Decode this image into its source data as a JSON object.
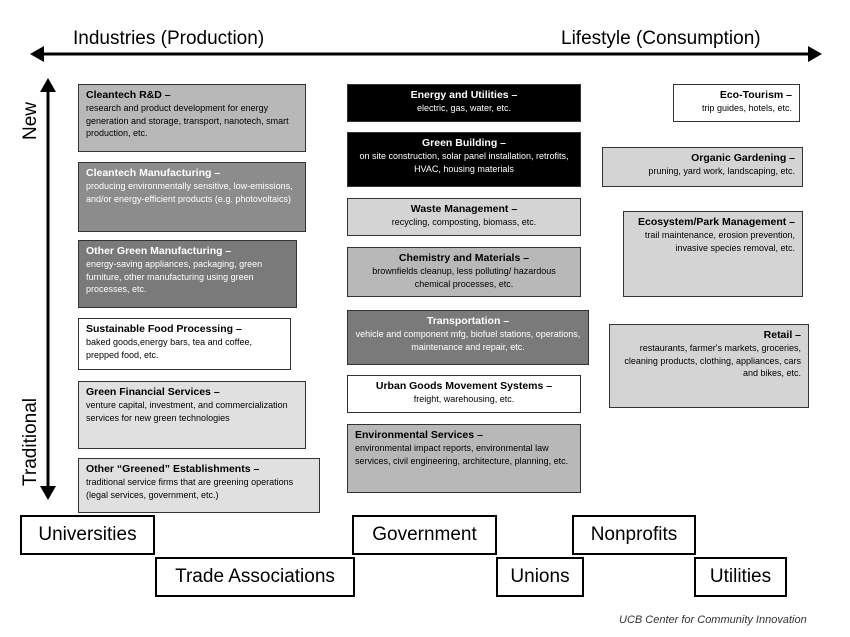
{
  "axis": {
    "top_left": "Industries (Production)",
    "top_right": "Lifestyle (Consumption)",
    "left_top": "New",
    "left_bottom": "Traditional"
  },
  "production": [
    {
      "title": "Cleantech R&D –",
      "desc": "research and product development for energy generation and storage, transport, nanotech, smart production, etc."
    },
    {
      "title": "Cleantech Manufacturing –",
      "desc": "producing environmentally sensitive, low-emissions, and/or energy-efficient products (e.g. photovoltaics)"
    },
    {
      "title": "Other Green Manufacturing –",
      "desc": "energy-saving appliances, packaging, green furniture, other manufacturing using green processes, etc."
    },
    {
      "title": "Sustainable Food Processing –",
      "desc": "baked goods,energy bars, tea and coffee, prepped food, etc."
    },
    {
      "title": "Green Financial Services –",
      "desc": "venture capital, investment, and commercialization services for new green technologies"
    },
    {
      "title": "Other “Greened” Establishments –",
      "desc": "traditional service firms that are greening operations (legal services, government, etc.)"
    }
  ],
  "middle": [
    {
      "title": "Energy and Utilities –",
      "desc": "electric, gas, water, etc."
    },
    {
      "title": "Green Building –",
      "desc": "on site construction, solar panel installation, retrofits, HVAC, housing materials"
    },
    {
      "title": "Waste Management –",
      "desc": "recycling, composting, biomass, etc."
    },
    {
      "title": "Chemistry and Materials –",
      "desc": "brownfields cleanup, less polluting/ hazardous chemical processes, etc."
    },
    {
      "title": "Transportation –",
      "desc": "vehicle and component mfg, biofuel stations, operations, maintenance and repair, etc."
    },
    {
      "title": "Urban Goods Movement Systems –",
      "desc": "freight, warehousing, etc."
    },
    {
      "title": "Environmental Services –",
      "desc": "environmental impact reports, environmental law services, civil engineering, architecture, planning, etc."
    }
  ],
  "consumption": [
    {
      "title": "Eco-Tourism –",
      "desc": "trip guides, hotels, etc."
    },
    {
      "title": "Organic Gardening –",
      "desc": "pruning, yard work, landscaping, etc."
    },
    {
      "title": "Ecosystem/Park Management –",
      "desc": "trail maintenance, erosion prevention, invasive species removal, etc."
    },
    {
      "title": "Retail –",
      "desc": "restaurants, farmer's markets, groceries, cleaning products, clothing, appliances, cars and bikes, etc."
    }
  ],
  "orgs": [
    "Universities",
    "Trade Associations",
    "Government",
    "Unions",
    "Nonprofits",
    "Utilities"
  ],
  "credit": "UCB Center for Community Innovation"
}
